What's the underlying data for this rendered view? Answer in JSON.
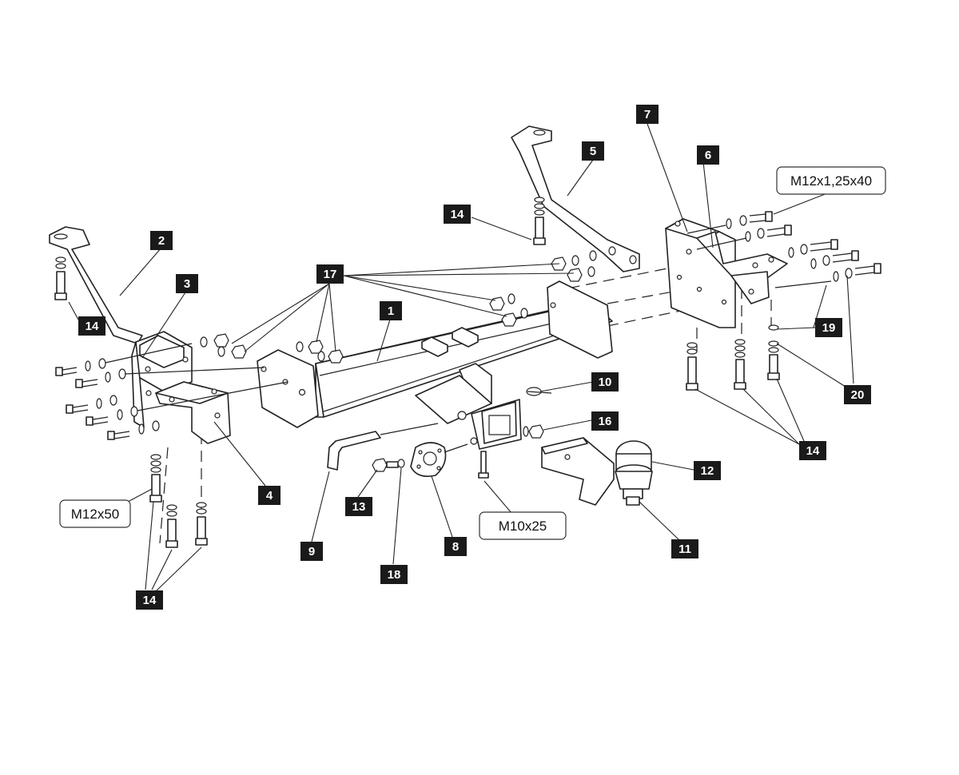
{
  "callouts": [
    {
      "id": "c1",
      "label": "1"
    },
    {
      "id": "c2",
      "label": "2"
    },
    {
      "id": "c3",
      "label": "3"
    },
    {
      "id": "c4",
      "label": "4"
    },
    {
      "id": "c5",
      "label": "5"
    },
    {
      "id": "c6",
      "label": "6"
    },
    {
      "id": "c7",
      "label": "7"
    },
    {
      "id": "c8",
      "label": "8"
    },
    {
      "id": "c9",
      "label": "9"
    },
    {
      "id": "c10",
      "label": "10"
    },
    {
      "id": "c11",
      "label": "11"
    },
    {
      "id": "c12",
      "label": "12"
    },
    {
      "id": "c13",
      "label": "13"
    },
    {
      "id": "c14a",
      "label": "14"
    },
    {
      "id": "c14b",
      "label": "14"
    },
    {
      "id": "c14c",
      "label": "14"
    },
    {
      "id": "c14d",
      "label": "14"
    },
    {
      "id": "c16",
      "label": "16"
    },
    {
      "id": "c17",
      "label": "17"
    },
    {
      "id": "c18",
      "label": "18"
    },
    {
      "id": "c19",
      "label": "19"
    },
    {
      "id": "c20",
      "label": "20"
    }
  ],
  "specs": {
    "m12x50": "M12x50",
    "m10x25": "M10x25",
    "m12x125x40": "M12x1,25x40"
  }
}
